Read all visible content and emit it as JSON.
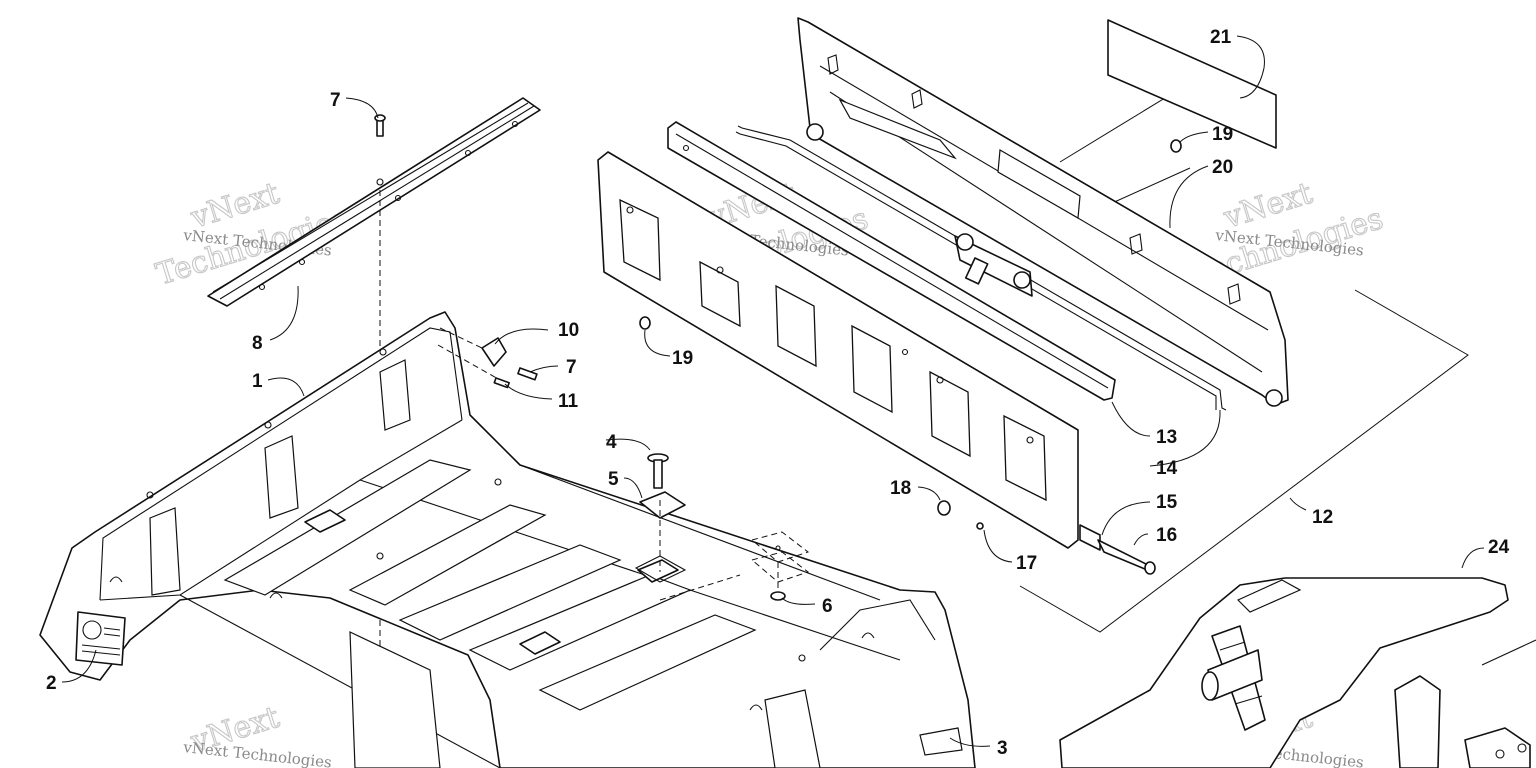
{
  "watermark": {
    "small_text": "vNext Technologies",
    "big_line1": "vNext",
    "big_line2": "Technologies"
  },
  "callouts": {
    "c1": "1",
    "c2": "2",
    "c3": "3",
    "c4": "4",
    "c5": "5",
    "c6": "6",
    "c7a": "7",
    "c7b": "7",
    "c8": "8",
    "c10": "10",
    "c11": "11",
    "c12": "12",
    "c13": "13",
    "c14": "14",
    "c15": "15",
    "c16": "16",
    "c17": "17",
    "c18": "18",
    "c19a": "19",
    "c19b": "19",
    "c20": "20",
    "c21": "21",
    "c24": "24"
  }
}
